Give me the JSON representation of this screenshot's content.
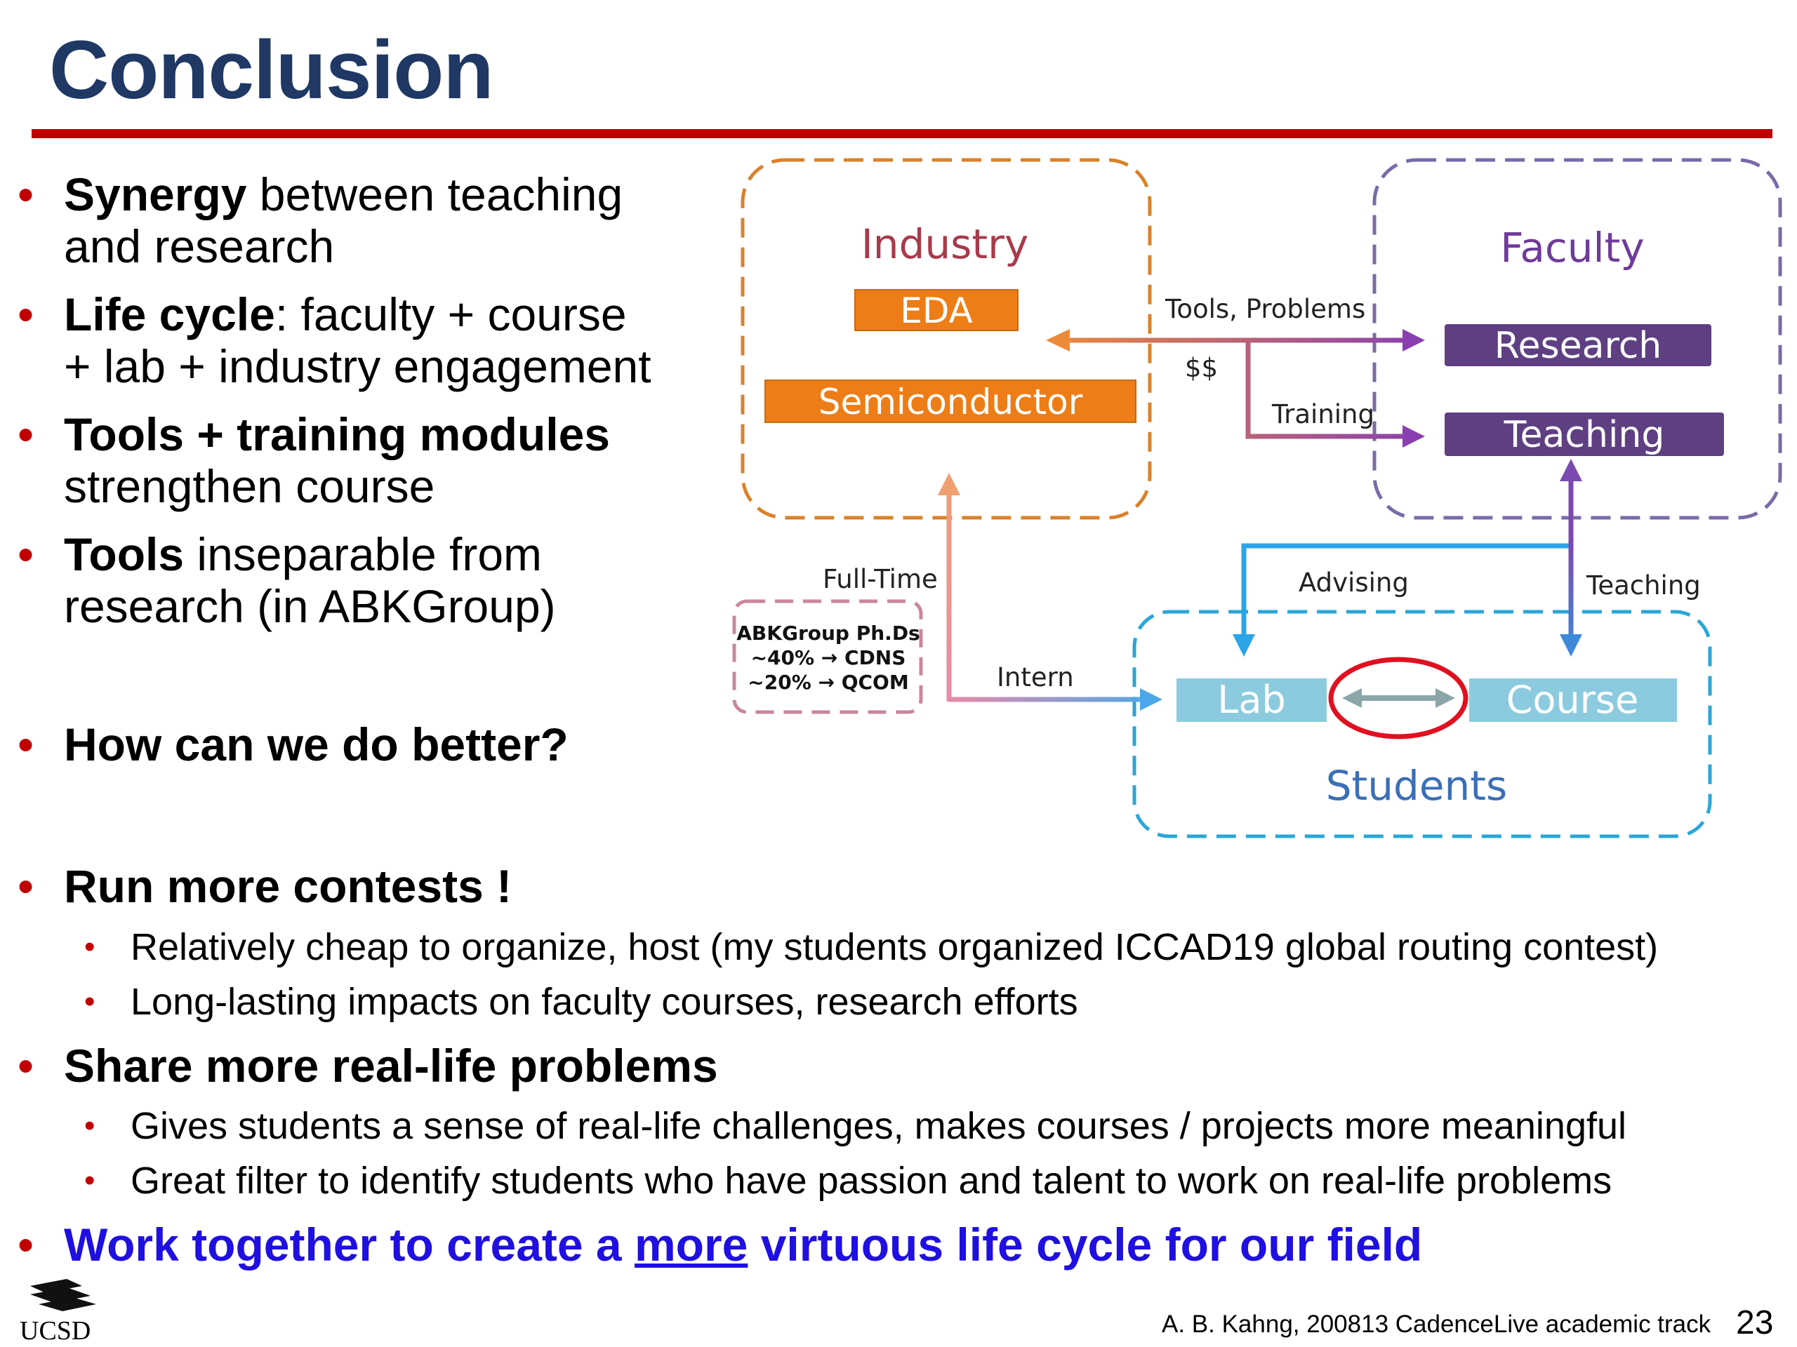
{
  "slide": {
    "title": "Conclusion",
    "page_number": "23",
    "footer": "A. B. Kahng, 200813 CadenceLive academic track",
    "logo_text": "UCSD"
  },
  "left_bullets": [
    {
      "bold": "Synergy",
      "rest_1": " between teaching",
      "rest_2": "and research"
    },
    {
      "bold": "Life cycle",
      "rest_1": ": faculty + course",
      "rest_2": "+ lab + industry engagement"
    },
    {
      "bold": "Tools + training modules",
      "rest_1": "",
      "rest_2": "strengthen course"
    },
    {
      "bold": "Tools",
      "rest_1": " inseparable from",
      "rest_2": "research (in ABKGroup)"
    },
    {
      "bold": "How can we do better?"
    }
  ],
  "lower_bullets": {
    "contests": {
      "heading": "Run more contests !",
      "subs": [
        "Relatively cheap to organize, host (my students organized ICCAD19 global routing contest)",
        "Long-lasting impacts on faculty courses, research efforts"
      ]
    },
    "problems": {
      "heading": "Share more real-life problems",
      "subs": [
        "Gives students a sense of real-life challenges, makes courses / projects more meaningful",
        "Great filter to identify students who have passion and talent to work on real-life problems"
      ]
    },
    "closing": {
      "before": "Work together to create a ",
      "underlined": "more",
      "after": " virtuous life cycle for our field"
    }
  },
  "diagram": {
    "industry": {
      "title": "Industry",
      "items": [
        "EDA",
        "Semiconductor"
      ]
    },
    "faculty": {
      "title": "Faculty",
      "items": [
        "Research",
        "Teaching"
      ]
    },
    "students": {
      "title": "Students",
      "items": [
        "Lab",
        "Course"
      ]
    },
    "abk_box": [
      "ABKGroup Ph.Ds",
      "~40% → CDNS",
      "~20% → QCOM"
    ],
    "edge_labels": {
      "tools_problems": "Tools, Problems",
      "money": "$$",
      "training": "Training",
      "full_time": "Full-Time",
      "intern": "Intern",
      "advising": "Advising",
      "teaching": "Teaching"
    },
    "colors": {
      "industry_border": "#d9822b",
      "industry_title": "#a83a4a",
      "orange_box": "#ed7d16",
      "faculty_border": "#7a6aa8",
      "faculty_title": "#6f3b9a",
      "purple_box": "#5e3f82",
      "students_border": "#2aa6d8",
      "students_title": "#3b6fb6",
      "light_blue_box": "#8ccbdf",
      "abk_border": "#c9879a",
      "red_ellipse": "#e01020",
      "title_rule": "#c00000",
      "title_text": "#1f3864",
      "closing_text": "#1f0fe0"
    }
  }
}
